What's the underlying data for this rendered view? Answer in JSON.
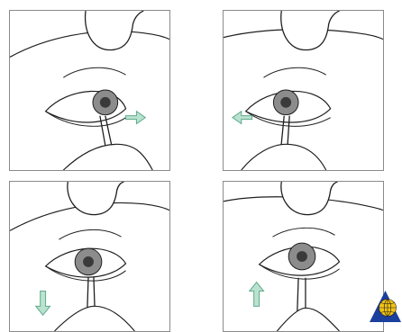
{
  "figure": {
    "panels": [
      {
        "id": "panel-1",
        "arrow_direction": "right"
      },
      {
        "id": "panel-2",
        "arrow_direction": "left"
      },
      {
        "id": "panel-3",
        "arrow_direction": "down"
      },
      {
        "id": "panel-4",
        "arrow_direction": "up"
      }
    ],
    "colors": {
      "line": "#1e1e1e",
      "iris": "#8c8c8c",
      "pupil": "#3a3a3a",
      "arrow_fill": "#b9e3cf",
      "arrow_stroke": "#5fa98a",
      "logo_triangle": "#1a3f9c",
      "logo_globe": "#f2c313"
    },
    "logo": {
      "icon": "globe-triangle-logo"
    }
  }
}
